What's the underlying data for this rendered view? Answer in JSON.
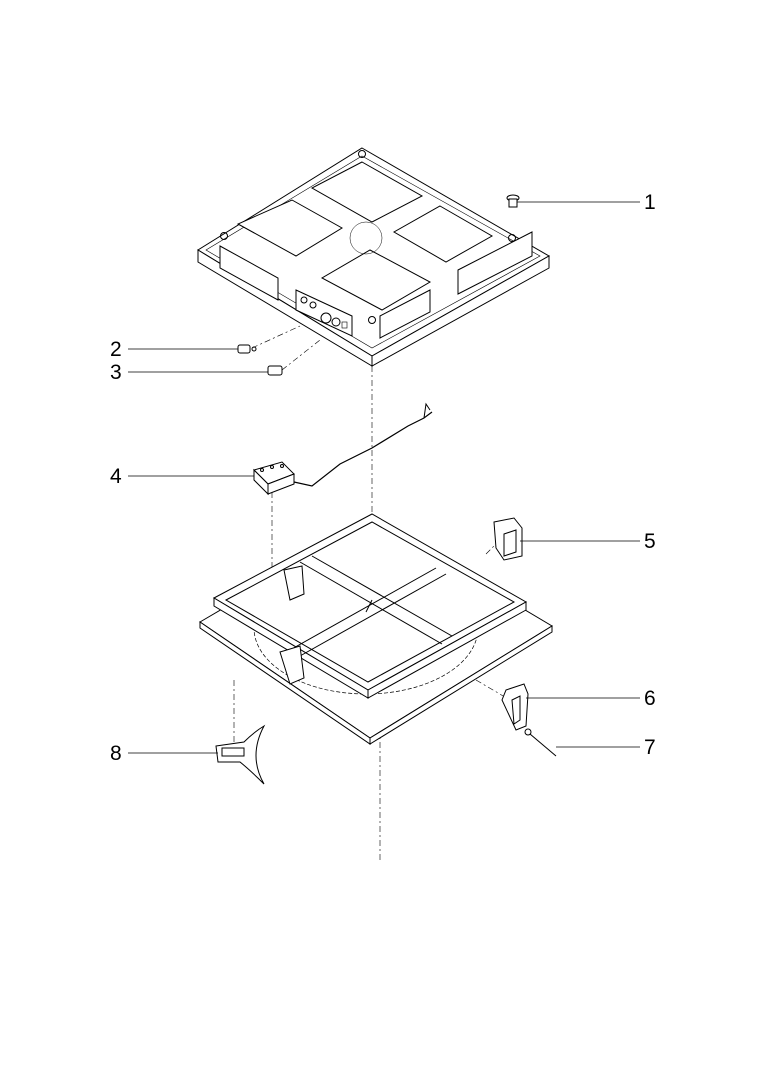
{
  "callouts": [
    {
      "id": "part-1",
      "label": "1"
    },
    {
      "id": "part-2",
      "label": "2"
    },
    {
      "id": "part-3",
      "label": "3"
    },
    {
      "id": "part-4",
      "label": "4"
    },
    {
      "id": "part-5",
      "label": "5"
    },
    {
      "id": "part-6",
      "label": "6"
    },
    {
      "id": "part-7",
      "label": "7"
    },
    {
      "id": "part-8",
      "label": "8"
    }
  ],
  "colors": {
    "line": "#000000",
    "fill": "#ffffff",
    "shade": "#dddddd"
  }
}
